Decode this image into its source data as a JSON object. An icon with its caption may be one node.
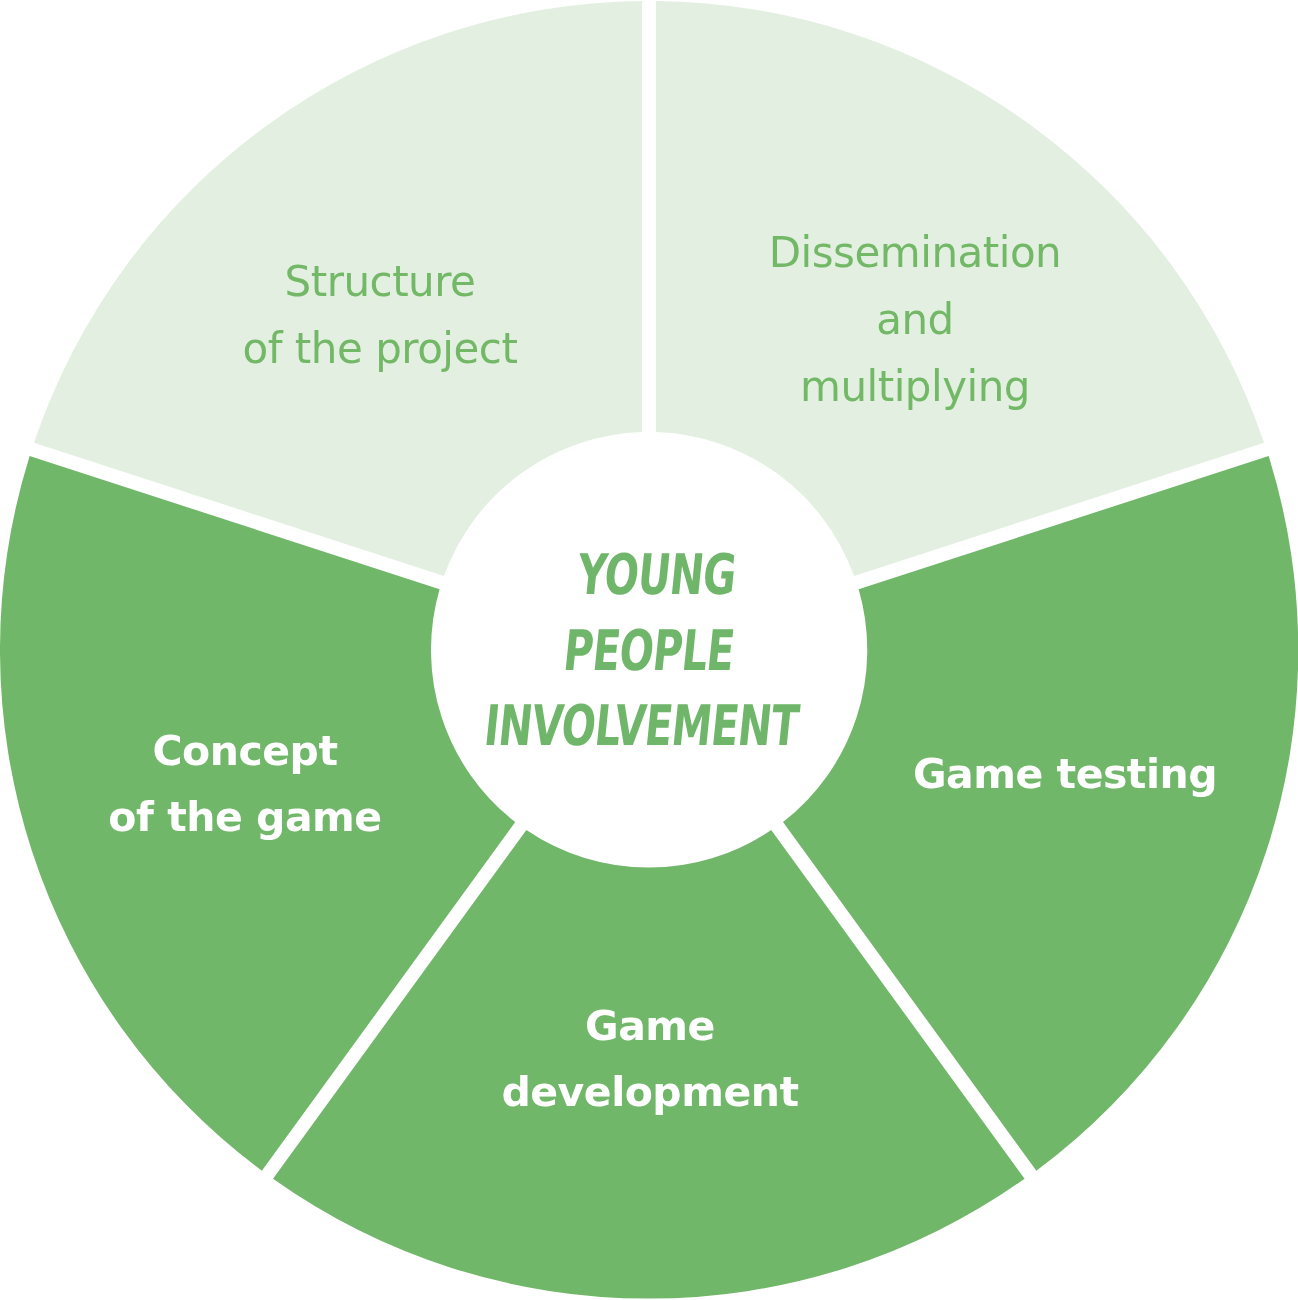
{
  "diagram": {
    "nodes": [
      {
        "text": [
          "Structure of the project"
        ]
      },
      {
        "text": [
          "Dissemination and multiplying"
        ]
      },
      {
        "text": [
          "YOUNG PEOPLE INVOLVEMENT"
        ]
      },
      {
        "text": [
          "Concept of the game"
        ]
      },
      {
        "text": [
          "Game testing"
        ]
      },
      {
        "text": [
          "Game development"
        ]
      }
    ]
  }
}
